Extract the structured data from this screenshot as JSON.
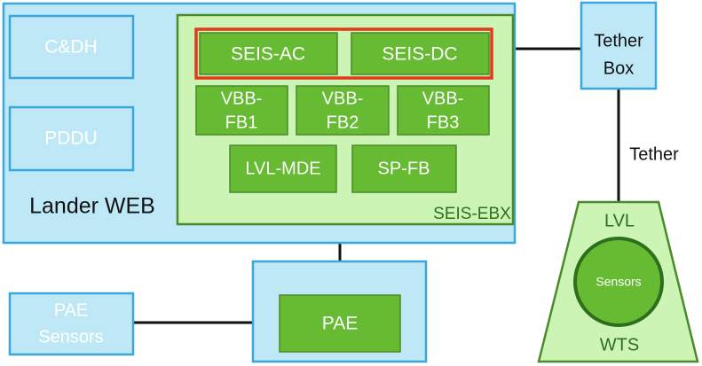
{
  "lander": {
    "label": "Lander WEB"
  },
  "ebx": {
    "label": "SEIS-EBX"
  },
  "cdh": {
    "label": "C&DH"
  },
  "pddu": {
    "label": "PDDU"
  },
  "seis_ac": {
    "label": "SEIS-AC"
  },
  "seis_dc": {
    "label": "SEIS-DC"
  },
  "vbb_fb1": {
    "line1": "VBB-",
    "line2": "FB1"
  },
  "vbb_fb2": {
    "line1": "VBB-",
    "line2": "FB2"
  },
  "vbb_fb3": {
    "line1": "VBB-",
    "line2": "FB3"
  },
  "lvl_mde": {
    "label": "LVL-MDE"
  },
  "sp_fb": {
    "label": "SP-FB"
  },
  "tether_box": {
    "line1": "Tether",
    "line2": "Box"
  },
  "tether": {
    "label": "Tether"
  },
  "wts": {
    "lvl": "LVL",
    "sensors": "Sensors",
    "label": "WTS"
  },
  "pae": {
    "label": "PAE"
  },
  "pae_sensors": {
    "line1": "PAE",
    "line2": "Sensors"
  },
  "colors": {
    "light_blue": "#bfe8f7",
    "blue_border": "#3aa7dc",
    "light_green": "#ccf5b5",
    "green": "#66bb33",
    "green_border": "#4a8a2a",
    "red_border": "#e03a1a"
  }
}
